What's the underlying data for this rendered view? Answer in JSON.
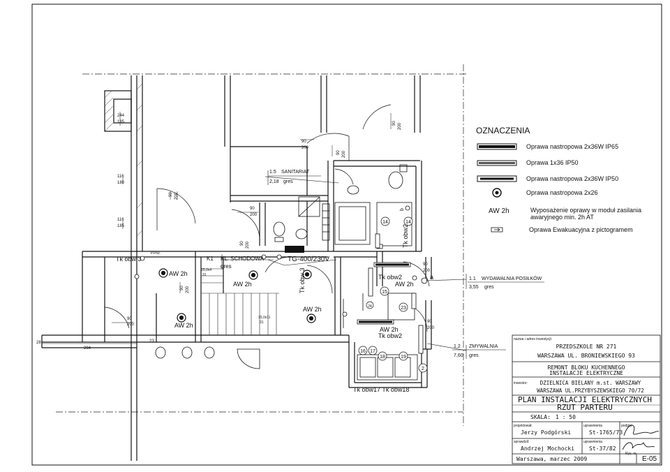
{
  "legend": {
    "title": "OZNACZENIA",
    "items": [
      {
        "symbol": "fixture-ip65",
        "label": "Oprawa nastropowa 2x36W  IP65"
      },
      {
        "symbol": "fixture-1x36",
        "label": "Oprawa  1x36  IP50"
      },
      {
        "symbol": "fixture-ip50",
        "label": "Oprawa nastropowa 2x36W  IP50"
      },
      {
        "symbol": "fixture-2x26",
        "label": "Oprawa nastropowa 2x26"
      },
      {
        "symbol": "AW 2h",
        "label": "Wyposażenie oprawy w moduł zasilania awaryjnego min. 2h AT"
      },
      {
        "symbol": "evac-sign",
        "label": "Oprawa Ewakuacyjna z pictogramem"
      }
    ],
    "aw_symbol": "AW 2h",
    "aw_line1": "Wyposażenie oprawy w moduł zasilania",
    "aw_line2": "awaryjnego min. 2h AT"
  },
  "rooms": {
    "sanitariat": {
      "number": "1.5",
      "name": "SANITARIAT",
      "area": "2,18",
      "floor": "gres"
    },
    "wydawalnia": {
      "number": "1.1",
      "name": "WYDAWALNIA POSIŁKÓW",
      "area": "3,55",
      "floor": "gres"
    },
    "zmywalnia": {
      "number": "1.2",
      "name": "ZMYWALNIA",
      "area": "7,60",
      "floor": "gres"
    },
    "schody": {
      "number": "K1",
      "name": "KL. SCHODOWA",
      "floor": "gres"
    }
  },
  "plan_labels": {
    "panel": "TG-400/230V",
    "tk_obw3_left": "Tk obw 3",
    "tk_obw3_vert": "Tk obw 3",
    "tk_obw2_vert": "Tk obw2",
    "tk_obw2_a": "Tk obw2",
    "tk_obw2_b": "Tk obw2",
    "tk_obw17_18": "Tk obw17  Tk obw18",
    "aw": "AW 2h",
    "circ_a": "a",
    "circ_b": "b",
    "p_poz": "P.Poż."
  },
  "dims": {
    "d1": "90\n200",
    "d244": "244\n185",
    "d116a": "116\n180",
    "d116b": "116\n185",
    "d284": "284",
    "d28": "28",
    "d15": "15,0x11\n31"
  },
  "numbered": [
    "14",
    "14",
    "15",
    "16",
    "17",
    "18",
    "19",
    "23",
    "24",
    "2"
  ],
  "title_block": {
    "investor_caption": "nazwa i adres inwestycji:",
    "school_line1": "PRZEDSZKOLE  NR  271",
    "school_line2": "WARSZAWA  UL. BRONIEWSKIEGO  93",
    "scope_line1": "REMONT  BLOKU  KUCHENNEGO",
    "scope_line2": "INSTALACJE  ELEKTRYCZNE",
    "investor_label": "inwestor:",
    "investor_line1": "DZIELNICA  BIELANY  m.st.  WARSZAWY",
    "investor_line2": "WARSZAWA  UL.PRZYBYSZEWSKIEGO  70/72",
    "drawing_title1": "PLAN  INSTALACJI  ELEKTRYCZNYCH",
    "drawing_title2": "RZUT  PARTERU",
    "scale_label": "SKALA:",
    "scale_value": "1 : 50",
    "designer_label": "projektował:",
    "designer": "Jerzy  Podgórski",
    "designer_perm_label": "uprawnienia",
    "designer_perm": "St-1765/73",
    "signature_label": "podpis:",
    "checker_label": "sprawdził:",
    "checker": "Andrzej  Mochocki",
    "checker_perm_label": "uprawnienia",
    "checker_perm": "St-37/82",
    "place_date": "Warszawa,  marzec 2009",
    "sheet_label": "Rys. nr",
    "sheet_no": "E-05"
  }
}
